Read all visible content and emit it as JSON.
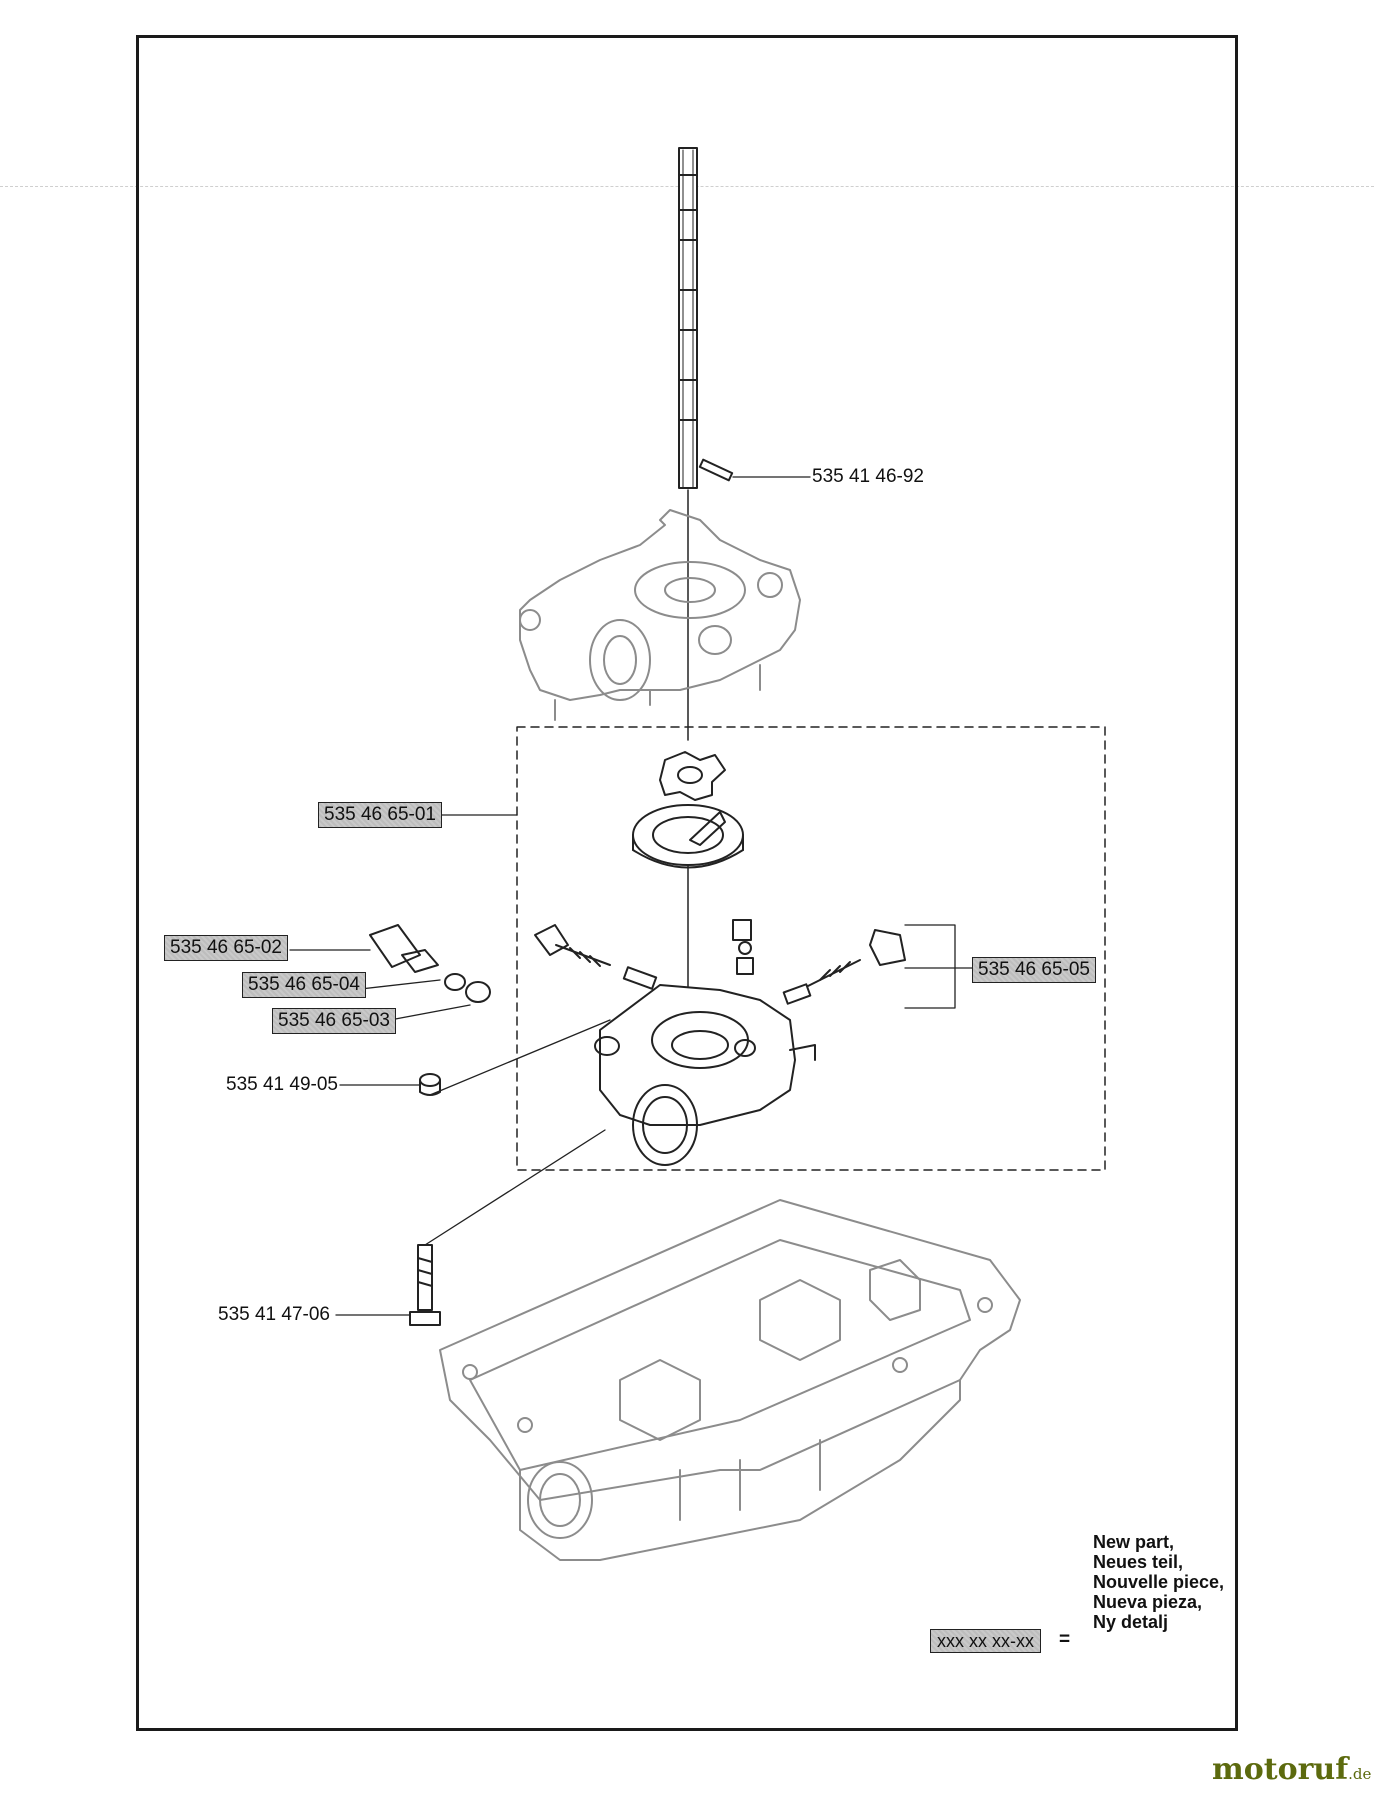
{
  "parts": [
    {
      "id": "p1",
      "number": "535 41 46-92",
      "new": false
    },
    {
      "id": "p2",
      "number": "535 46 65-01",
      "new": true
    },
    {
      "id": "p3",
      "number": "535 46 65-02",
      "new": true
    },
    {
      "id": "p4",
      "number": "535 46 65-04",
      "new": true
    },
    {
      "id": "p5",
      "number": "535 46 65-03",
      "new": true
    },
    {
      "id": "p6",
      "number": "535 46 65-05",
      "new": true
    },
    {
      "id": "p7",
      "number": "535 41 49-05",
      "new": false
    },
    {
      "id": "p8",
      "number": "535 41 47-06",
      "new": false
    }
  ],
  "legend": {
    "placeholder": "xxx xx xx-xx",
    "equals": "=",
    "lines": [
      "New part,",
      "Neues teil,",
      "Nouvelle piece,",
      "Nueva pieza,",
      "Ny detalj"
    ]
  },
  "watermark": {
    "name": "motoruf",
    "domain": ".de",
    "color": "#5c6a0e"
  },
  "colors": {
    "new_part_fill": "#c9c9c9",
    "line": "#1a1a1a",
    "ghost_line": "#9a9a9a"
  }
}
